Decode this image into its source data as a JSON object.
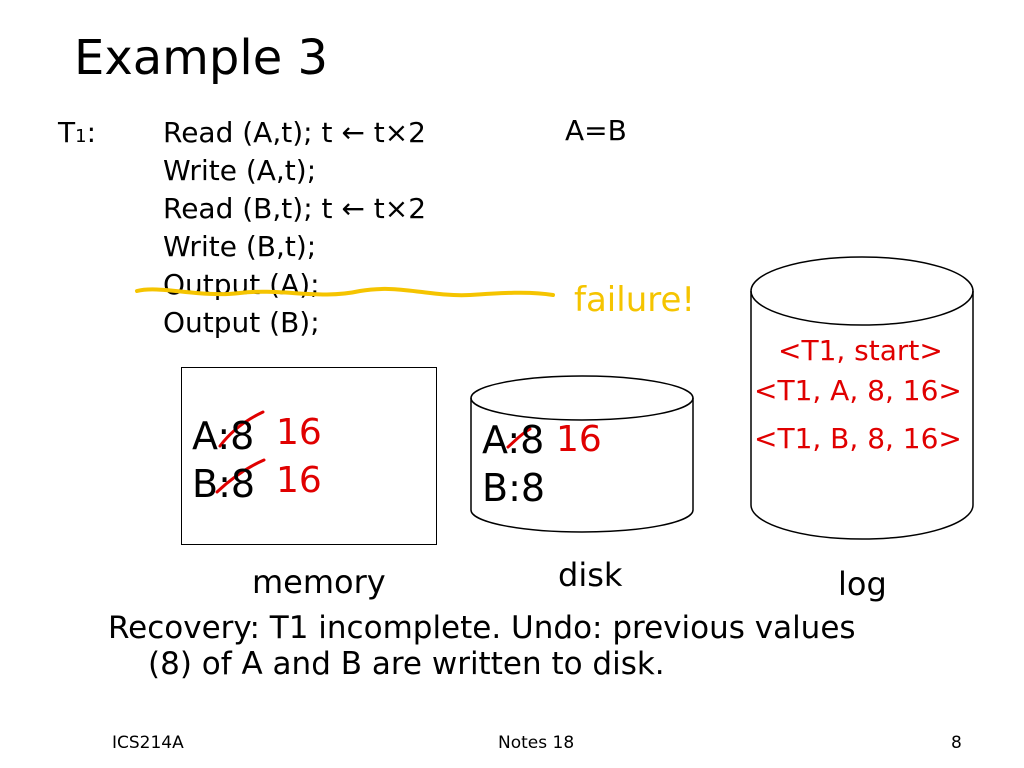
{
  "title": "Example 3",
  "transaction": {
    "name": "T",
    "subscript": "1",
    "colon": ":",
    "lines": [
      "Read (A,t);  t ← t×2",
      "Write (A,t);",
      "Read (B,t);  t ← t×2",
      "Write (B,t);",
      "Output (A);",
      "Output (B);"
    ],
    "condition": "A=B"
  },
  "failure_label": "failure!",
  "memory": {
    "label": "memory",
    "a_label": "A:8",
    "a_new": "16",
    "b_label": "B:8",
    "b_new": "16"
  },
  "disk": {
    "label": "disk",
    "a_label": "A:8",
    "a_new": "16",
    "b_label": "B:8"
  },
  "log": {
    "label": "log",
    "entries": [
      "<T1, start>",
      "<T1, A, 8, 16>",
      "<T1, B, 8, 16>"
    ]
  },
  "recovery": {
    "line1": "Recovery: T1 incomplete. Undo: previous values",
    "line2": "(8) of A and B are written to disk."
  },
  "footer": {
    "course": "ICS214A",
    "notes": "Notes 18",
    "page": "8"
  },
  "colors": {
    "failure": "#f5c400",
    "highlight_red": "#e00000"
  }
}
